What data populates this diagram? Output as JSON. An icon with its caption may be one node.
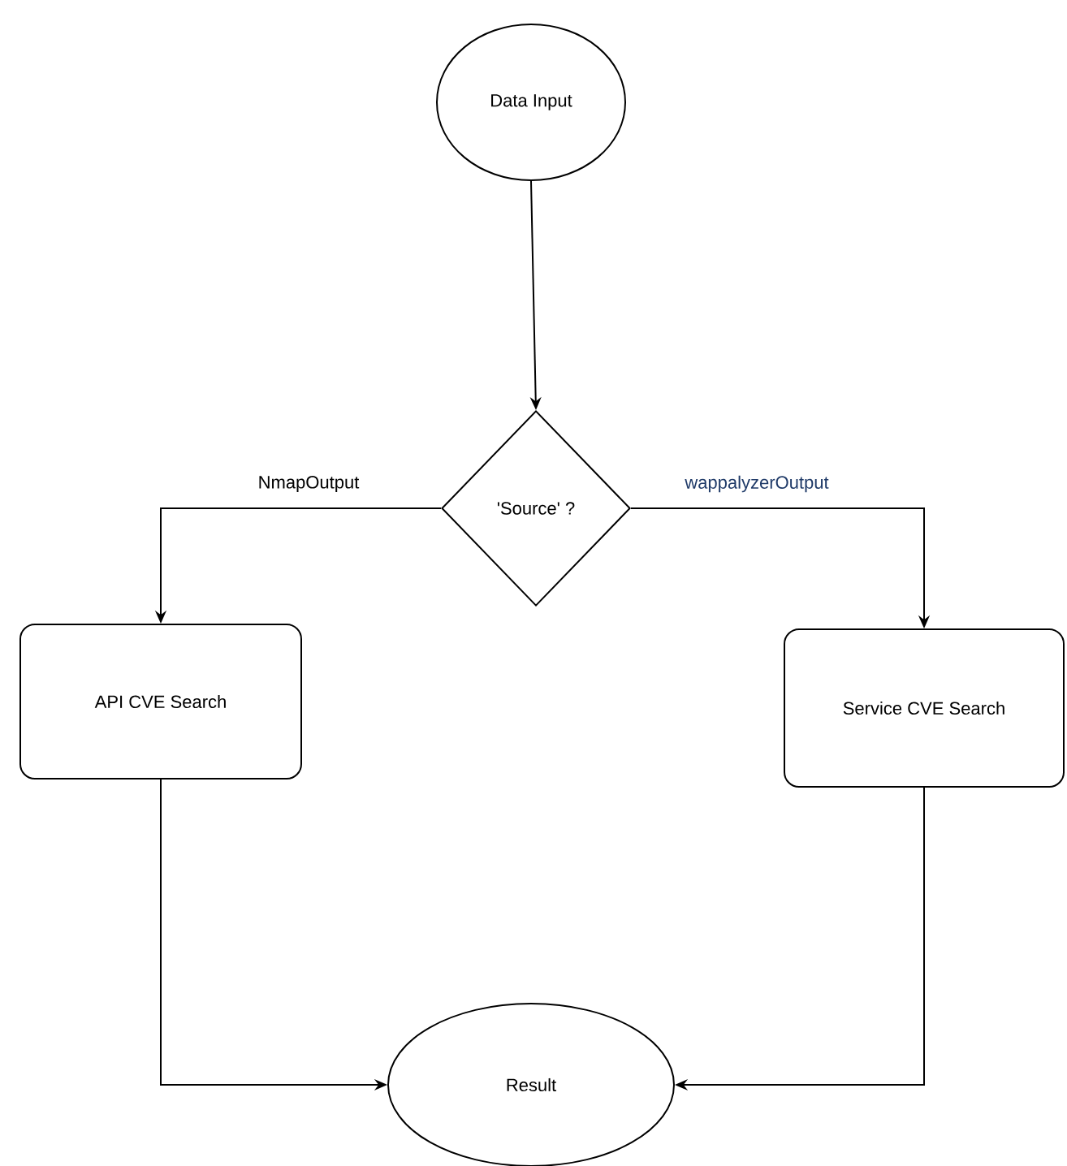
{
  "diagram": {
    "nodes": [
      {
        "text": [
          "Data Input"
        ]
      },
      {
        "text": [
          "'Source' ?"
        ]
      },
      {
        "text": [
          "API CVE Search"
        ]
      },
      {
        "text": [
          "Service CVE Search"
        ]
      },
      {
        "text": [
          "Result"
        ]
      }
    ],
    "edges": [
      {
        "from": 0,
        "to": 1,
        "arrow": "to"
      },
      {
        "from": 1,
        "to": 2,
        "arrow": "to",
        "label": "NmapOutput"
      },
      {
        "from": 1,
        "to": 3,
        "arrow": "to",
        "label": "wappalyzerOutput"
      },
      {
        "from": 2,
        "to": 4,
        "arrow": "to"
      },
      {
        "from": 3,
        "to": 4,
        "arrow": "to"
      }
    ]
  }
}
